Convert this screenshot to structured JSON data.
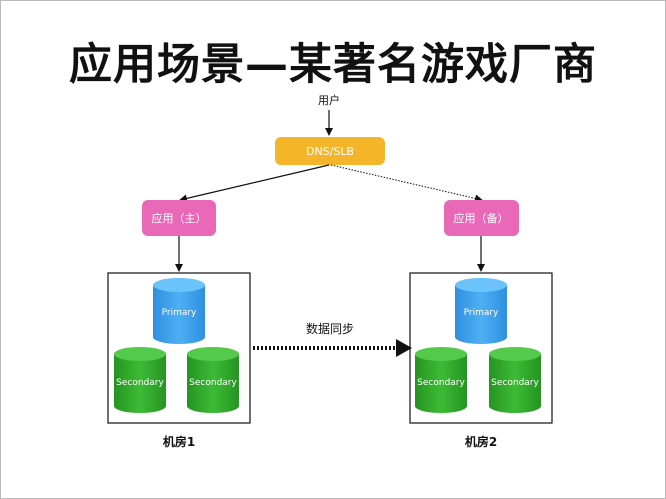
{
  "slide": {
    "title": "应用场景—某著名游戏厂商"
  },
  "diagram": {
    "user_label": "用户",
    "dns_label": "DNS/SLB",
    "app_primary_label": "应用（主）",
    "app_backup_label": "应用（备）",
    "sync_label": "数据同步",
    "room1": {
      "label": "机房1",
      "primary": "Primary",
      "secondary_a": "Secondary",
      "secondary_b": "Secondary"
    },
    "room2": {
      "label": "机房2",
      "primary": "Primary",
      "secondary_a": "Secondary",
      "secondary_b": "Secondary"
    },
    "colors": {
      "dns": "#f5b52a",
      "app": "#e969b8",
      "primary": "#39a0ec",
      "secondary": "#2ea82a"
    }
  }
}
